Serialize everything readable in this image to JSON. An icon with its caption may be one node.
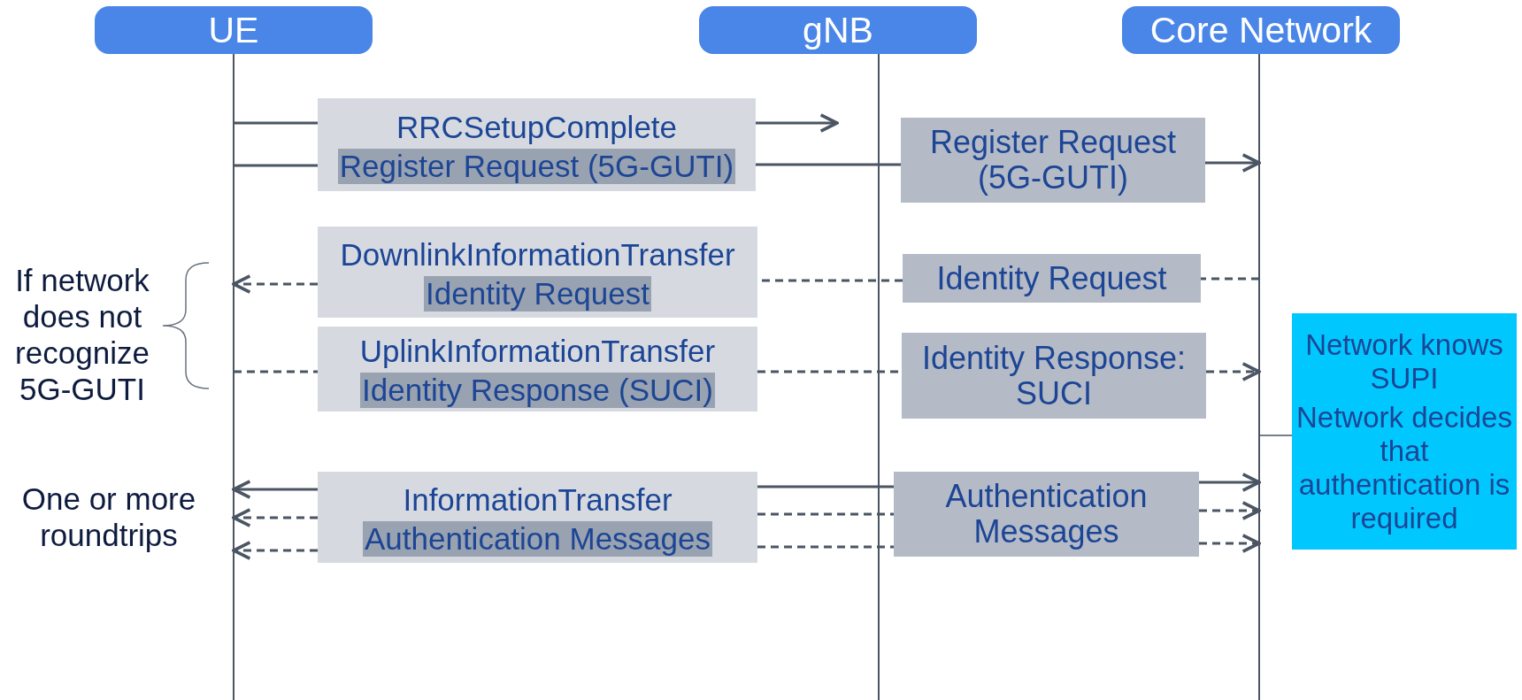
{
  "diagram": {
    "nodes": [
      {
        "text": [
          "UE"
        ]
      },
      {
        "text": [
          "gNB"
        ]
      },
      {
        "text": [
          "Core Network"
        ]
      },
      {
        "text": [],
        "shape": "line"
      },
      {
        "text": [],
        "shape": "line"
      },
      {
        "text": [],
        "shape": "line"
      },
      {
        "text": [
          "RRCSetupComplete",
          "Register Request (5G-GUTI)"
        ]
      },
      {
        "text": [
          "Register Request (5G-GUTI)"
        ]
      },
      {
        "text": [
          "DownlinkInformationTransfer",
          "Identity Request"
        ]
      },
      {
        "text": [
          "Identity Request"
        ]
      },
      {
        "text": [
          "UplinkInformationTransfer",
          "Identity Response (SUCI)"
        ]
      },
      {
        "text": [
          "Identity Response: SUCI"
        ]
      },
      {
        "text": [
          "Network knows SUPI",
          "Network decides that authentication is required"
        ]
      },
      {
        "text": [
          "InformationTransfer",
          "Authentication Messages"
        ]
      },
      {
        "text": [
          "Authentication Messages"
        ]
      }
    ],
    "edges": [
      {
        "from": 3,
        "to": 6,
        "arrow": "none"
      },
      {
        "from": 6,
        "to": 4,
        "arrow": "to"
      },
      {
        "from": 3,
        "to": 6,
        "arrow": "none"
      },
      {
        "from": 6,
        "to": 7,
        "arrow": "none"
      },
      {
        "from": 7,
        "to": 5,
        "arrow": "to"
      },
      {
        "from": 5,
        "to": 9,
        "arrow": "none",
        "style": "dashed"
      },
      {
        "from": 9,
        "to": 8,
        "arrow": "none",
        "style": "dashed"
      },
      {
        "from": 8,
        "to": 3,
        "arrow": "to",
        "style": "dashed"
      },
      {
        "from": 3,
        "to": 10,
        "arrow": "none",
        "style": "dashed"
      },
      {
        "from": 10,
        "to": 11,
        "arrow": "none",
        "style": "dashed"
      },
      {
        "from": 11,
        "to": 5,
        "arrow": "to",
        "style": "dashed"
      },
      {
        "from": 13,
        "to": 3,
        "arrow": "to"
      },
      {
        "from": 13,
        "to": 14,
        "arrow": "none"
      },
      {
        "from": 14,
        "to": 5,
        "arrow": "to"
      },
      {
        "from": 13,
        "to": 3,
        "arrow": "to",
        "style": "dashed"
      },
      {
        "from": 13,
        "to": 14,
        "arrow": "none",
        "style": "dashed"
      },
      {
        "from": 14,
        "to": 5,
        "arrow": "to",
        "style": "dashed"
      },
      {
        "from": 13,
        "to": 3,
        "arrow": "to",
        "style": "dashed"
      },
      {
        "from": 13,
        "to": 14,
        "arrow": "none",
        "style": "dashed"
      },
      {
        "from": 14,
        "to": 5,
        "arrow": "to",
        "style": "dashed"
      },
      {
        "from": 12,
        "to": 5,
        "arrow": "none"
      }
    ],
    "labels": [
      "If network does not recognize 5G-GUTI",
      "One or more roundtrips"
    ]
  }
}
